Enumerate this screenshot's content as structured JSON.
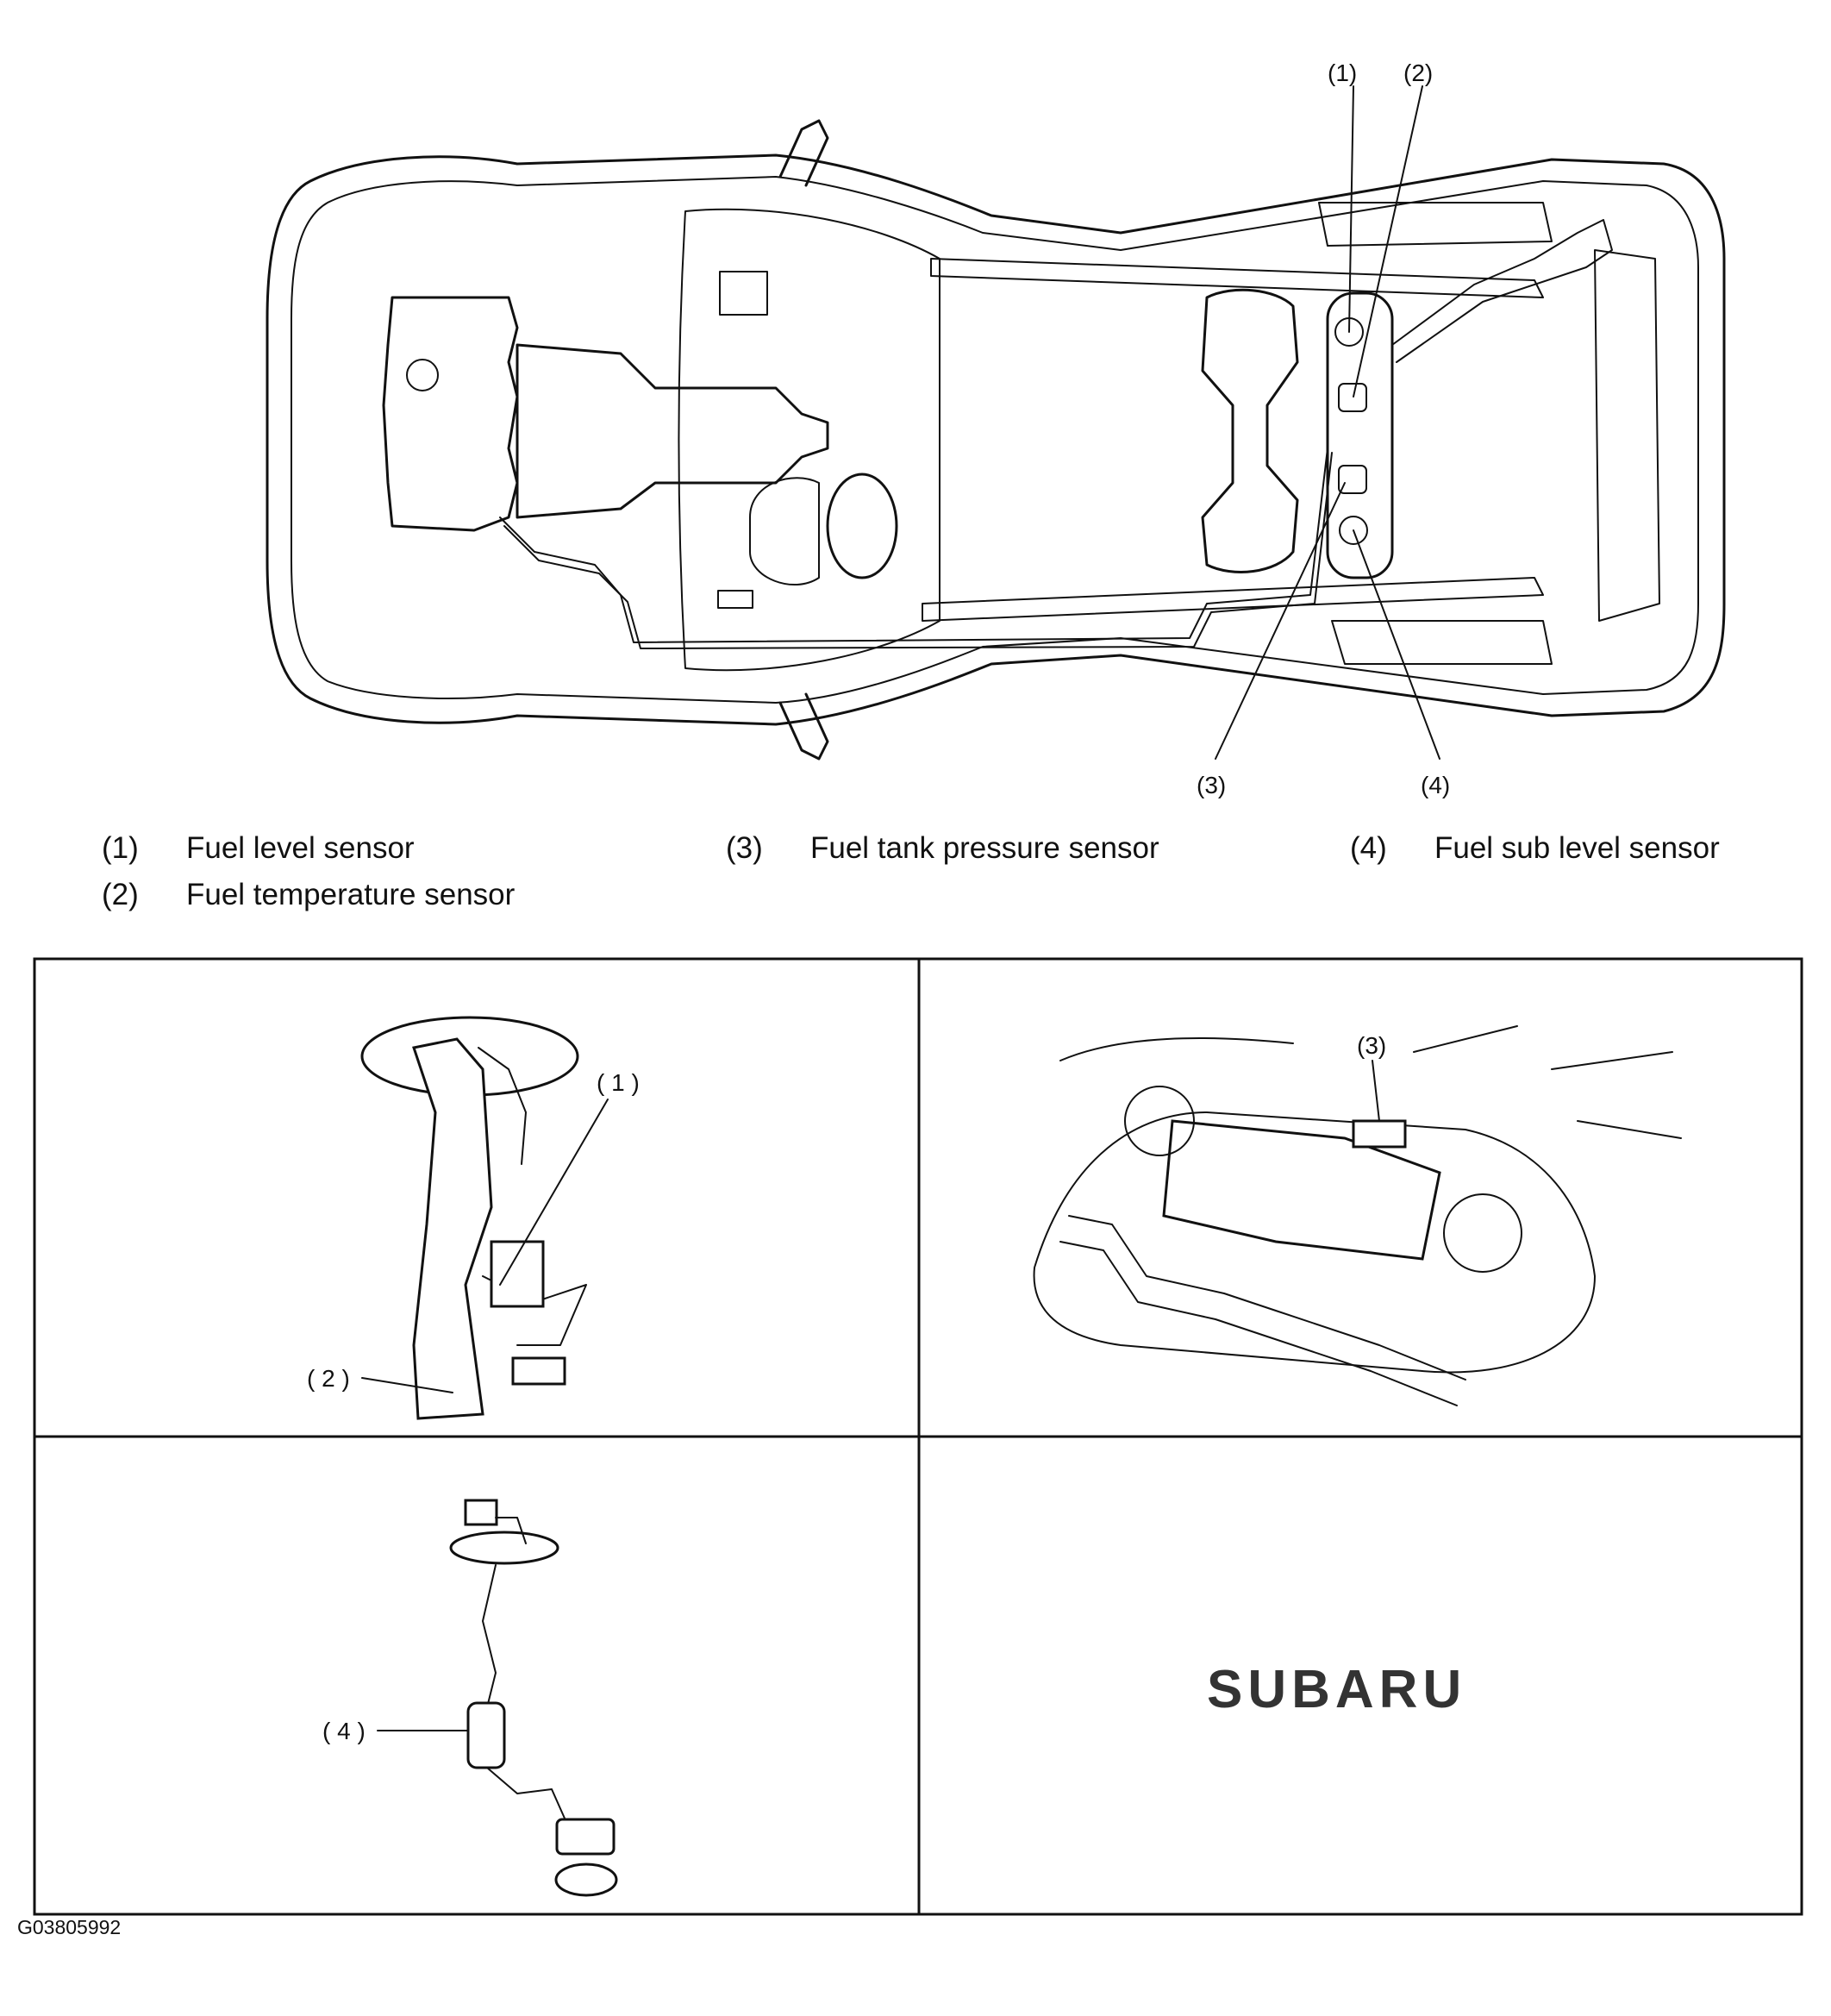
{
  "diagram": {
    "callouts_main": [
      "(1)",
      "(2)",
      "(3)",
      "(4)"
    ],
    "legend": [
      {
        "num": "(1)",
        "text": "Fuel level sensor"
      },
      {
        "num": "(2)",
        "text": "Fuel temperature sensor"
      },
      {
        "num": "(3)",
        "text": "Fuel tank pressure sensor"
      },
      {
        "num": "(4)",
        "text": "Fuel sub level sensor"
      }
    ],
    "panel_callouts": {
      "fuel_pump_1": "( 1 )",
      "fuel_pump_2": "( 2 )",
      "tank_top_3": "(3)",
      "sub_level_4": "( 4 )"
    },
    "logo": "SUBARU",
    "figure_id": "G03805992"
  }
}
